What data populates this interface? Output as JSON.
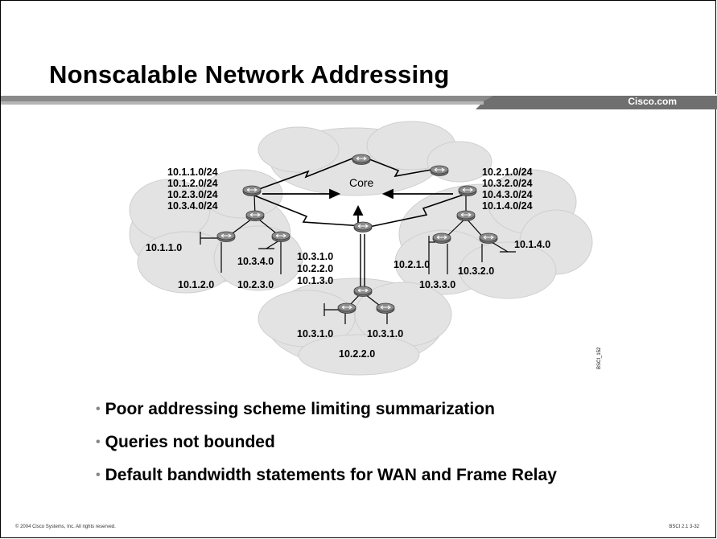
{
  "title": "Nonscalable Network Addressing",
  "brand": "Cisco.com",
  "core_label": "Core",
  "left_routes": [
    "10.1.1.0/24",
    "10.1.2.0/24",
    "10.2.3.0/24",
    "10.3.4.0/24"
  ],
  "right_routes": [
    "10.2.1.0/24",
    "10.3.2.0/24",
    "10.4.3.0/24",
    "10.1.4.0/24"
  ],
  "left_nets": {
    "n1": "10.1.1.0",
    "n2": "10.3.4.0",
    "n3": "10.1.2.0",
    "n4": "10.2.3.0"
  },
  "center_routes": [
    "10.3.1.0",
    "10.2.2.0",
    "10.1.3.0"
  ],
  "right_nets": {
    "n1": "10.1.4.0",
    "n2": "10.2.1.0",
    "n3": "10.3.2.0",
    "n4": "10.3.3.0"
  },
  "bottom_nets": {
    "n1": "10.3.1.0",
    "n2": "10.3.1.0",
    "n3": "10.2.2.0"
  },
  "figure_id": "BSCI_152",
  "bullets": [
    "Poor addressing scheme limiting summarization",
    "Queries not bounded",
    "Default bandwidth statements for WAN and Frame Relay"
  ],
  "footer_left": "© 2004 Cisco Systems, Inc. All rights reserved.",
  "footer_right": "BSCI 2.1   3-32",
  "colors": {
    "header_bar": "#7a7a7a",
    "cloud": "#e3e3e3",
    "router": "#6e6e6e"
  }
}
